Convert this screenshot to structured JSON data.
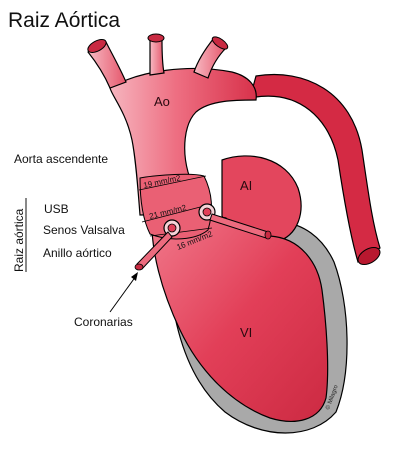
{
  "title": "Raiz Aórtica",
  "labels": {
    "ao": "Ao",
    "ai": "AI",
    "vi": "VI",
    "aorta_ascendente": "Aorta ascendente",
    "usb": "USB",
    "senos_valsalva": "Senos Valsalva",
    "anillo_aortico": "Anillo aórtico",
    "raiz_aortica": "Raiz aórtica",
    "coronarias": "Coronarias",
    "credit": "© Milagro"
  },
  "measurements": {
    "usb": "19 mm/m2",
    "senos": "21 mm/m2",
    "anillo": "16 mm/m2"
  },
  "colors": {
    "heart_fill": "#e8415a",
    "heart_dark": "#c8283f",
    "aorta_light": "#f3a8b2",
    "pericardium": "#a9a9a9",
    "outline": "#000000"
  }
}
